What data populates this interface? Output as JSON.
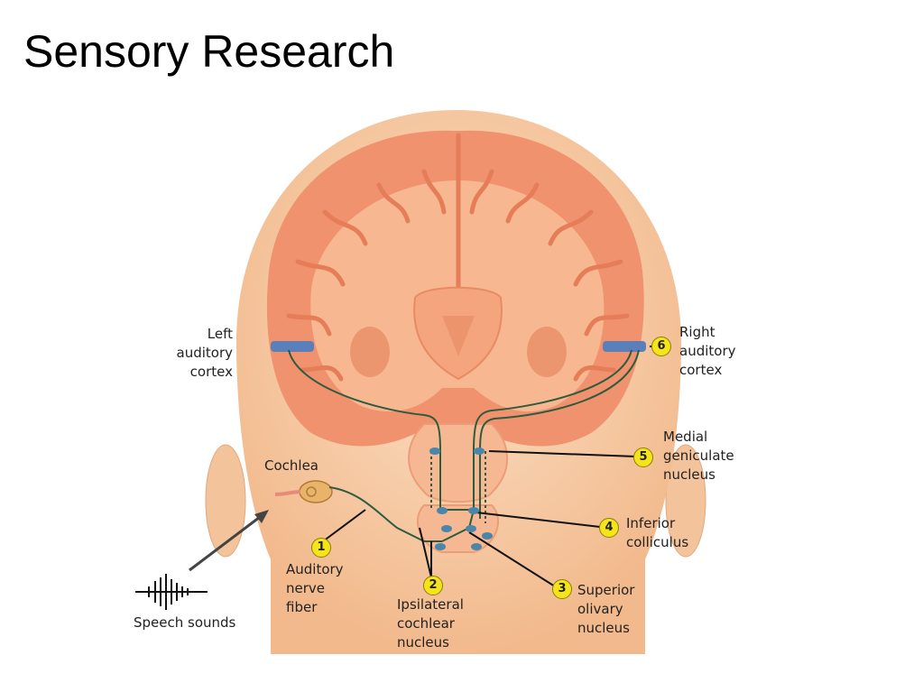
{
  "title": "Sensory Research",
  "labels": {
    "left_cortex": [
      "Left",
      "auditory",
      "cortex"
    ],
    "right_cortex": [
      "Right",
      "auditory",
      "cortex"
    ],
    "medial": [
      "Medial",
      "geniculate",
      "nucleus"
    ],
    "inferior": [
      "Inferior",
      "colliculus"
    ],
    "superior": [
      "Superior",
      "olivary",
      "nucleus"
    ],
    "ipsilateral": [
      "Ipsilateral",
      "cochlear",
      "nucleus"
    ],
    "nerve": [
      "Auditory",
      "nerve",
      "fiber"
    ],
    "cochlea": "Cochlea",
    "speech": "Speech sounds"
  },
  "steps": [
    "1",
    "2",
    "3",
    "4",
    "5",
    "6"
  ],
  "colors": {
    "skin": "#f7cba3",
    "brain_outer": "#f0926e",
    "brain_inner": "#f7b891",
    "pathway": "#2f5b3f",
    "cortex_marker": "#5b7fb8",
    "badge": "#f4e419"
  }
}
